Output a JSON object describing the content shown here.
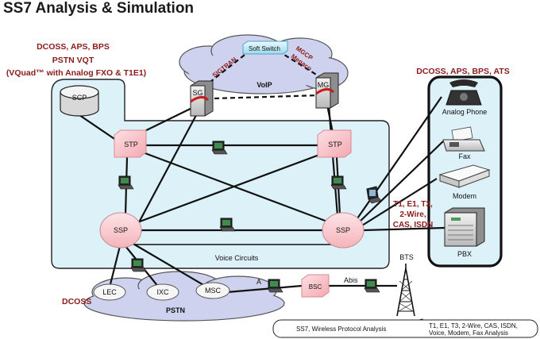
{
  "title": "SS7 Analysis & Simulation",
  "left_products": {
    "line1": "DCOSS, APS, BPS",
    "line2": "PSTN VQT",
    "line3": "(VQuad™ with Analog FXO & T1E1)"
  },
  "right_products": "DCOSS, APS, BPS, ATS",
  "voip": {
    "label": "VoIP",
    "soft_switch": "Soft Switch",
    "sg": "SG",
    "mg": "MG",
    "sigtran": "SIGTRAN",
    "mgcp_line1": "MGCP",
    "mgcp_line2": "Megaco"
  },
  "network": {
    "scp": "SCP",
    "stp_left": "STP",
    "stp_right": "STP",
    "ssp_left": "SSP",
    "ssp_right": "SSP",
    "voice_circuits": "Voice Circuits"
  },
  "interfaces": {
    "line1": "T1, E1, T3,",
    "line2": "2-Wire,",
    "line3": "CAS, ISDN"
  },
  "devices": {
    "phone": "Analog Phone",
    "fax": "Fax",
    "modem": "Modem",
    "pbx": "PBX"
  },
  "pstn": {
    "label": "PSTN",
    "lec": "LEC",
    "ixc": "IXC",
    "msc": "MSC",
    "dcoss": "DCOSS"
  },
  "wireless": {
    "a_label": "A",
    "bsc": "BSC",
    "abis": "Abis",
    "bts": "BTS"
  },
  "legend": {
    "ss7": "SS7, Wireless Protocol Analysis",
    "t1_line1": "T1, E1, T3, 2-Wire, CAS, ISDN,",
    "t1_line2": "Voice, Modem, Fax Analysis"
  }
}
